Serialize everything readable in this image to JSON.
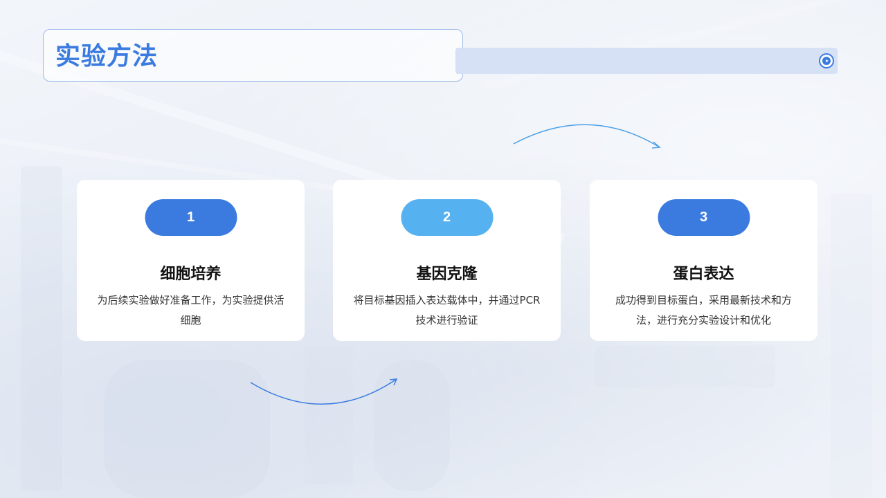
{
  "slide": {
    "title": "实验方法"
  },
  "colors": {
    "accent": "#3b7be0",
    "accent_light": "#55b1f0",
    "title_bar": "#d6e1f5",
    "arrow": "#4a8de3"
  },
  "icons": {
    "play": "play-icon"
  },
  "steps": [
    {
      "number": "1",
      "title": "细胞培养",
      "description": "为后续实验做好准备工作，为实验提供活细胞",
      "pill_color": "#3b7be0"
    },
    {
      "number": "2",
      "title": "基因克隆",
      "description": "将目标基因插入表达载体中，并通过PCR技术进行验证",
      "pill_color": "#55b1f0"
    },
    {
      "number": "3",
      "title": "蛋白表达",
      "description": "成功得到目标蛋白，采用最新技术和方法，进行充分实验设计和优化",
      "pill_color": "#3b7be0"
    }
  ]
}
